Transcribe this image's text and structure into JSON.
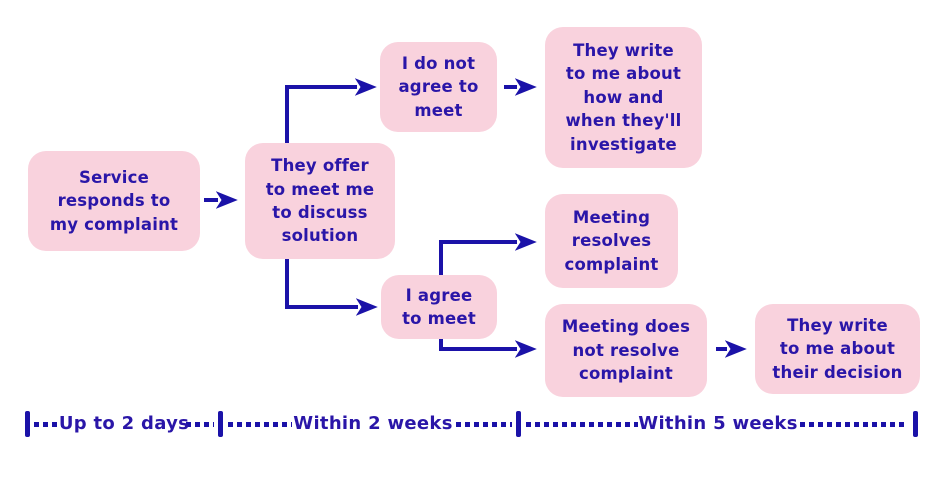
{
  "colors": {
    "box_bg": "#f9d2dd",
    "ink": "#2a16a8",
    "line": "#1b12a8"
  },
  "nodes": {
    "service_responds": {
      "text": "Service\nresponds to\nmy complaint"
    },
    "offer_to_meet": {
      "text": "They offer\nto meet me\nto discuss\nsolution"
    },
    "do_not_agree": {
      "text": "I do not\nagree to\nmeet"
    },
    "write_investigate": {
      "text": "They write\nto me about\nhow and\nwhen they'll\ninvestigate"
    },
    "meeting_resolves": {
      "text": "Meeting\nresolves\ncomplaint"
    },
    "agree_to_meet": {
      "text": "I agree\nto meet"
    },
    "meeting_not_resolve": {
      "text": "Meeting does\nnot resolve\ncomplaint"
    },
    "write_decision": {
      "text": "They write\nto me about\ntheir decision"
    }
  },
  "timeline": {
    "segments": [
      {
        "label": "Up to 2 days"
      },
      {
        "label": "Within 2 weeks"
      },
      {
        "label": "Within 5 weeks"
      }
    ]
  }
}
